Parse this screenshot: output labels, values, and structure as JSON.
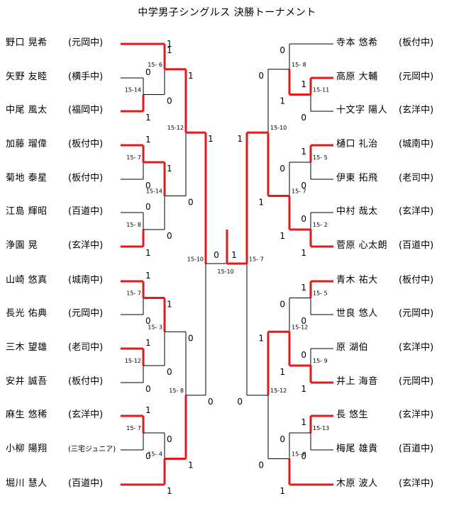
{
  "title": "中学男子シングルス 決勝トーナメント",
  "left_players": [
    {
      "name": "野口 晃希",
      "school": "(元岡中)"
    },
    {
      "name": "矢野 友睦",
      "school": "(横手中)"
    },
    {
      "name": "中尾 風太",
      "school": "(福岡中)"
    },
    {
      "name": "加藤 瑠偉",
      "school": "(板付中)"
    },
    {
      "name": "菊地 泰星",
      "school": "(板付中)"
    },
    {
      "name": "江島 輝昭",
      "school": "(百道中)"
    },
    {
      "name": "浄園 晃",
      "school": "(玄洋中)"
    },
    {
      "name": "山崎 悠真",
      "school": "(城南中)"
    },
    {
      "name": "長光 佑典",
      "school": "(元岡中)"
    },
    {
      "name": "三木 望雄",
      "school": "(老司中)"
    },
    {
      "name": "安井 誠吾",
      "school": "(板付中)"
    },
    {
      "name": "麻生 悠稀",
      "school": "(玄洋中)"
    },
    {
      "name": "小柳 陽翔",
      "school": "(三宅ジュニア)"
    },
    {
      "name": "堀川 慧人",
      "school": "(百道中)"
    }
  ],
  "right_players": [
    {
      "name": "寺本 悠希",
      "school": "(板付中)"
    },
    {
      "name": "高原 大輔",
      "school": "(元岡中)"
    },
    {
      "name": "十文字 陽人",
      "school": "(玄洋中)"
    },
    {
      "name": "樋口 礼治",
      "school": "(城南中)"
    },
    {
      "name": "伊東 拓飛",
      "school": "(老司中)"
    },
    {
      "name": "中村 哉太",
      "school": "(玄洋中)"
    },
    {
      "name": "菅原 心太朗",
      "school": "(百道中)"
    },
    {
      "name": "青木 祐大",
      "school": "(板付中)"
    },
    {
      "name": "世良 悠人",
      "school": "(元岡中)"
    },
    {
      "name": "原 湖伯",
      "school": "(玄洋中)"
    },
    {
      "name": "井上 海音",
      "school": "(元岡中)"
    },
    {
      "name": "長 悠生",
      "school": "(玄洋中)"
    },
    {
      "name": "梅尾 雄貴",
      "school": "(百道中)"
    },
    {
      "name": "木原 波人",
      "school": "(玄洋中)"
    }
  ],
  "colors": {
    "winner_line": "#e21a1a",
    "loser_line": "#000000"
  },
  "matches": [
    {
      "id": "L1a",
      "label": "15-14",
      "top_score": "0",
      "bottom_score": "1"
    },
    {
      "id": "L1b",
      "label": "15- 7",
      "top_score": "1",
      "bottom_score": "0"
    },
    {
      "id": "L1c",
      "label": "15- 8",
      "top_score": "0",
      "bottom_score": "1"
    },
    {
      "id": "L1d",
      "label": "15- 7",
      "top_score": "1",
      "bottom_score": "0"
    },
    {
      "id": "L1e",
      "label": "15-12",
      "top_score": "1",
      "bottom_score": "0"
    },
    {
      "id": "L1f",
      "label": "15- 7",
      "top_score": "1",
      "bottom_score": "0"
    },
    {
      "id": "L2a",
      "label": "15- 6",
      "top_score": "1",
      "bottom_score": "0"
    },
    {
      "id": "L2b",
      "label": "15-14",
      "top_score": "1",
      "bottom_score": "0"
    },
    {
      "id": "L2c",
      "label": "15- 3",
      "top_score": "1",
      "bottom_score": "0"
    },
    {
      "id": "L2d",
      "label": "15- 4",
      "top_score": "0",
      "bottom_score": "1"
    },
    {
      "id": "L3a",
      "label": "15-12",
      "top_score": "1",
      "bottom_score": "0"
    },
    {
      "id": "L3b",
      "label": "15- 8",
      "top_score": "0",
      "bottom_score": "1"
    },
    {
      "id": "L4",
      "label": "15-10",
      "top_score": "1",
      "bottom_score": "0"
    },
    {
      "id": "F",
      "label": "15-10",
      "top_score": "0",
      "bottom_score": "1"
    },
    {
      "id": "R1a",
      "label": "15-11",
      "top_score": "1",
      "bottom_score": "0"
    },
    {
      "id": "R1b",
      "label": "15- 5",
      "top_score": "1",
      "bottom_score": "0"
    },
    {
      "id": "R1c",
      "label": "15- 2",
      "top_score": "0",
      "bottom_score": "1"
    },
    {
      "id": "R1d",
      "label": "15- 5",
      "top_score": "1",
      "bottom_score": "0"
    },
    {
      "id": "R1e",
      "label": "15- 9",
      "top_score": "0",
      "bottom_score": "1"
    },
    {
      "id": "R1f",
      "label": "15-13",
      "top_score": "1",
      "bottom_score": "0"
    },
    {
      "id": "R2a",
      "label": "15- 8",
      "top_score": "0",
      "bottom_score": "1"
    },
    {
      "id": "R2b",
      "label": "15- 7",
      "top_score": "0",
      "bottom_score": "1"
    },
    {
      "id": "R2c",
      "label": "15-12",
      "top_score": "0",
      "bottom_score": "1"
    },
    {
      "id": "R2d",
      "label": "15- 8",
      "top_score": "0",
      "bottom_score": "1"
    },
    {
      "id": "R3a",
      "label": "15-10",
      "top_score": "0",
      "bottom_score": "1"
    },
    {
      "id": "R3b",
      "label": "15-12",
      "top_score": "1",
      "bottom_score": "0"
    },
    {
      "id": "R4",
      "label": "15- 7",
      "top_score": "1",
      "bottom_score": "0"
    }
  ]
}
